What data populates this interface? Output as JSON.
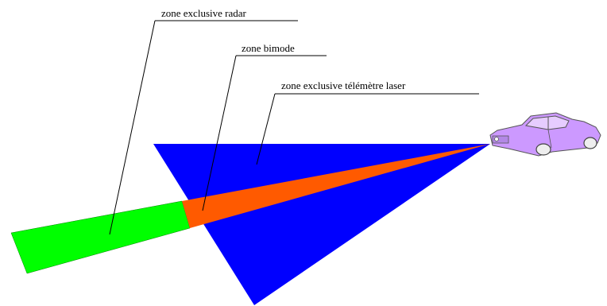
{
  "labels": {
    "radar": "zone exclusive radar",
    "bimode": "zone bimode",
    "laser": "zone exclusive télémètre laser"
  },
  "colors": {
    "radar_zone": "#00ff00",
    "bimode_zone": "#ff5a00",
    "laser_zone": "#0000ff",
    "car_body": "#cc99ff",
    "car_outline": "#555555",
    "leader_line": "#000000"
  },
  "icons": {
    "vehicle": "car-icon"
  }
}
